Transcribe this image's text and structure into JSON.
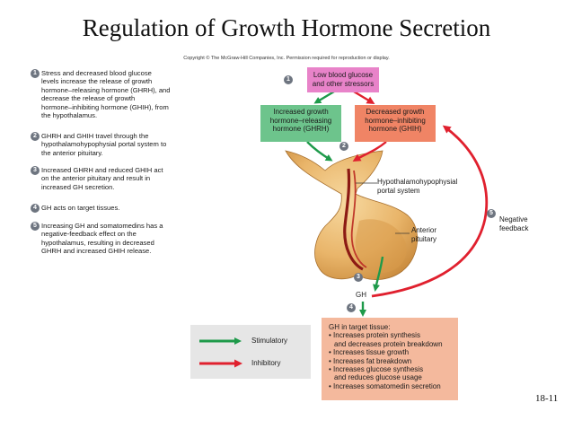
{
  "title": "Regulation of Growth Hormone Secretion",
  "copyright": "Copyright © The McGraw-Hill Companies, Inc. Permission required for reproduction or display.",
  "steps": [
    {
      "num": "1",
      "lines": [
        "Stress and decreased blood glucose",
        "levels increase the release of growth",
        "hormone–releasing hormone (GHRH), and",
        "decrease the release of growth",
        "hormone–inhibiting hormone (GHIH), from",
        "the hypothalamus."
      ]
    },
    {
      "num": "2",
      "lines": [
        "GHRH and GHIH travel through the",
        "hypothalamohypophysial portal system to",
        "the anterior pituitary."
      ]
    },
    {
      "num": "3",
      "lines": [
        "Increased GHRH and reduced GHIH act",
        "on the anterior pituitary and result in",
        "increased GH secretion."
      ]
    },
    {
      "num": "4",
      "lines": [
        "GH acts on target tissues."
      ]
    },
    {
      "num": "5",
      "lines": [
        "Increasing GH and somatomedins has a",
        "negative-feedback effect on the",
        "hypothalamus, resulting in decreased",
        "GHRH and increased GHIH release."
      ]
    }
  ],
  "diagram": {
    "low_glucose": [
      "Low blood glucose",
      "and other stressors"
    ],
    "ghrh_box": [
      "Increased growth",
      "hormone–releasing",
      "hormone (GHRH)"
    ],
    "ghih_box": [
      "Decreased growth",
      "hormone–inhibiting",
      "hormone (GHIH)"
    ],
    "portal_label": [
      "Hypothalamohypophysial",
      "portal system"
    ],
    "anterior_label": [
      "Anterior",
      "pituitary"
    ],
    "feedback_label": [
      "Negative",
      "feedback"
    ],
    "gh_label": "GH",
    "tissue_header": "GH in target tissue:",
    "tissue_items": [
      [
        "• Increases protein synthesis",
        "and decreases protein breakdown"
      ],
      [
        "• Increases tissue growth"
      ],
      [
        "• Increases fat breakdown"
      ],
      [
        "• Increases glucose synthesis",
        "and reduces glucose usage"
      ],
      [
        "• Increases somatomedin secretion"
      ]
    ],
    "badges": {
      "b1": "1",
      "b2": "2",
      "b3": "3",
      "b4": "4",
      "b5": "5"
    }
  },
  "legend": {
    "stimulatory": "Stimulatory",
    "inhibitory": "Inhibitory"
  },
  "page_number": "18-11",
  "colors": {
    "stimulatory": "#1e9a4a",
    "inhibitory": "#e0202e",
    "pink_box": "#e883c9",
    "green_box": "#6dc48c",
    "red_box": "#f08465",
    "tissue_box": "#f4b99d",
    "gland": "#e9b56a"
  }
}
